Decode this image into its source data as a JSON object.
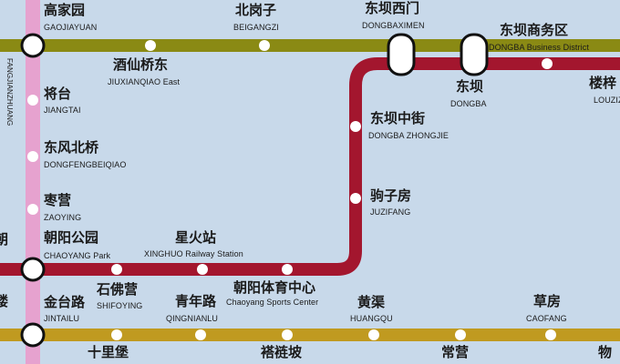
{
  "colors": {
    "background": "#c8d9ea",
    "line_olive": "#8a8a14",
    "line_maroon": "#a3162e",
    "line_gold": "#c09a20",
    "line_pink": "#e6a2cf",
    "station_fill": "#ffffff",
    "text": "#1a1a1a"
  },
  "lines": [
    {
      "id": "olive",
      "color": "#8a8a14"
    },
    {
      "id": "maroon",
      "color": "#a3162e"
    },
    {
      "id": "gold",
      "color": "#c09a20"
    },
    {
      "id": "pink",
      "color": "#e6a2cf"
    }
  ],
  "vertical_line_label": "FANGJIANZHUANG",
  "edge_fragments": [
    "朝",
    "楼"
  ],
  "stations": [
    {
      "id": "gaojiayuan",
      "cn": "高家园",
      "en": "GAOJIAYUAN",
      "type": "interchange"
    },
    {
      "id": "beigangzi",
      "cn": "北岗子",
      "en": "BEIGANGZI",
      "type": "stop"
    },
    {
      "id": "jiuxianqiao-east",
      "cn": "酒仙桥东",
      "en": "JIUXIANQIAO East",
      "type": "stop"
    },
    {
      "id": "dongbaximen",
      "cn": "东坝西门",
      "en": "DONGBAXIMEN",
      "type": "interchange"
    },
    {
      "id": "dongba",
      "cn": "东坝",
      "en": "DONGBA",
      "type": "interchange"
    },
    {
      "id": "dongba-business-district",
      "cn": "东坝商务区",
      "en": "DONGBA Business District",
      "type": "stop"
    },
    {
      "id": "louzizhuang",
      "cn": "楼梓",
      "en": "LOUZIZH",
      "type": "stop"
    },
    {
      "id": "jiangtai",
      "cn": "将台",
      "en": "JIANGTAI",
      "type": "stop"
    },
    {
      "id": "dongfengbeiqiao",
      "cn": "东风北桥",
      "en": "DONGFENGBEIQIAO",
      "type": "stop"
    },
    {
      "id": "zaoying",
      "cn": "枣营",
      "en": "ZAOYING",
      "type": "stop"
    },
    {
      "id": "chaoyang-park",
      "cn": "朝阳公园",
      "en": "CHAOYANG Park",
      "type": "interchange"
    },
    {
      "id": "dongba-zhongjie",
      "cn": "东坝中街",
      "en": "DONGBA ZHONGJIE",
      "type": "stop"
    },
    {
      "id": "jufang",
      "cn": "驹子房",
      "en": "JUZIFANG",
      "type": "stop"
    },
    {
      "id": "xinghuo",
      "cn": "星火站",
      "en": "XINGHUO Railway Station",
      "type": "stop"
    },
    {
      "id": "shifoying",
      "cn": "石佛营",
      "en": "SHIFOYING",
      "type": "stop"
    },
    {
      "id": "qingnianlu",
      "cn": "青年路",
      "en": "QINGNIANLU",
      "type": "stop"
    },
    {
      "id": "chaoyang-sports-center",
      "cn": "朝阳体育中心",
      "en": "Chaoyang Sports Center",
      "type": "stop"
    },
    {
      "id": "huangqu",
      "cn": "黄渠",
      "en": "HUANGQU",
      "type": "stop"
    },
    {
      "id": "caofang",
      "cn": "草房",
      "en": "CAOFANG",
      "type": "stop"
    },
    {
      "id": "jintailu",
      "cn": "金台路",
      "en": "JINTAILU",
      "type": "interchange"
    },
    {
      "id": "shilipu",
      "cn": "十里堡",
      "en": "",
      "type": "stop"
    },
    {
      "id": "chuchupo",
      "cn": "褡裢坡",
      "en": "",
      "type": "stop"
    },
    {
      "id": "changying",
      "cn": "常营",
      "en": "",
      "type": "stop"
    },
    {
      "id": "wuzi",
      "cn": "物",
      "en": "",
      "type": "stop"
    }
  ]
}
